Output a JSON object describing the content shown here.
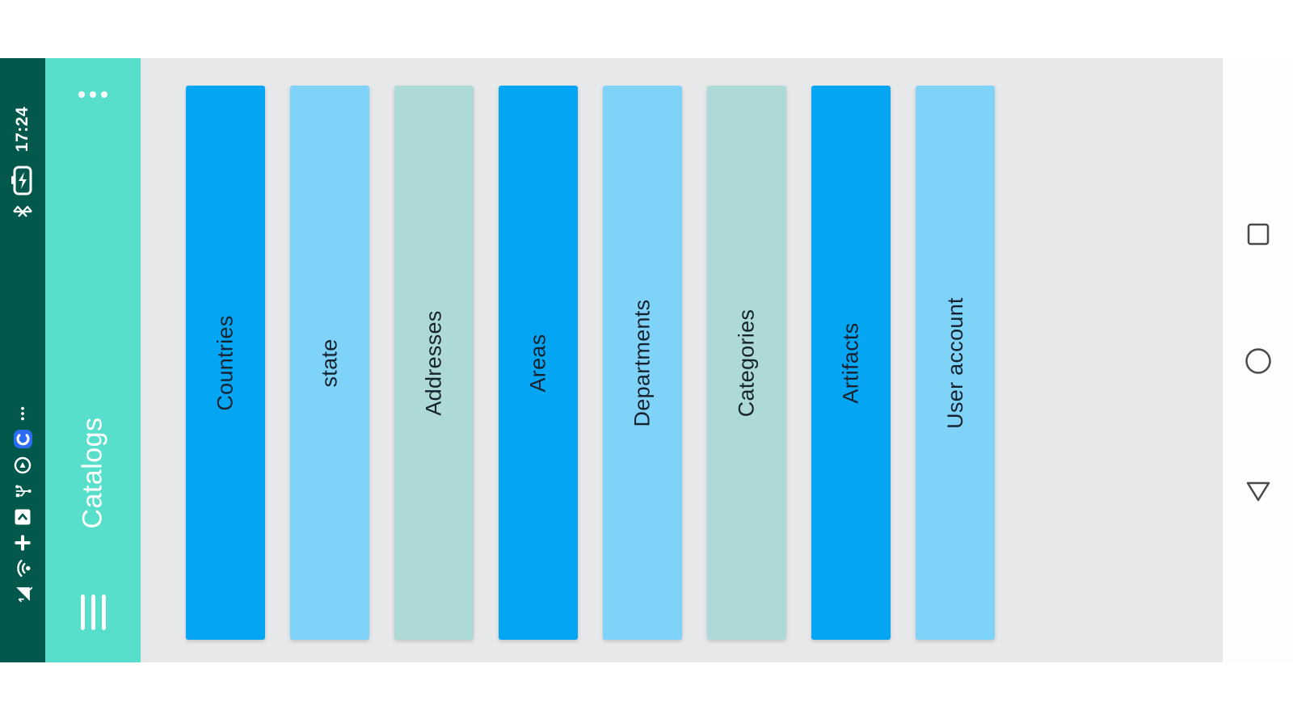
{
  "app_bar": {
    "title": "Catalogs",
    "overflow_menu_icon": "more-options-dots",
    "nav_menu_icon": "hamburger-menu"
  },
  "status_bar": {
    "time": "17:24",
    "system_icons": [
      "battery-charging",
      "bluetooth"
    ],
    "notification_icons": [
      "more-notifications",
      "chat-app",
      "shutter-app",
      "usb-connected",
      "screenshot-app",
      "plus-app",
      "wifi-status",
      "cellular-signal"
    ]
  },
  "catalog_items": [
    {
      "label": "Countries",
      "color": "#04A6F3"
    },
    {
      "label": "state",
      "color": "#7FD3F8"
    },
    {
      "label": "Addresses",
      "color": "#ADDAD6"
    },
    {
      "label": "Areas",
      "color": "#04A6F3"
    },
    {
      "label": "Departments",
      "color": "#7FD3F8"
    },
    {
      "label": "Categories",
      "color": "#ADDAD6"
    },
    {
      "label": "Artifacts",
      "color": "#04A6F3"
    },
    {
      "label": "User account",
      "color": "#7FD3F8"
    }
  ],
  "nav_bar": {
    "buttons": [
      "recents",
      "home",
      "back"
    ]
  },
  "colors": {
    "status_bar_bg": "#02594B",
    "app_bar_bg": "#57DFCB",
    "content_bg": "#E7E8EA",
    "nav_bar_bg": "#FCFDFE",
    "bar_label_text": "#16222E",
    "nav_icon_stroke": "#4A4A4A",
    "page_bg": "#FFFFFF"
  }
}
